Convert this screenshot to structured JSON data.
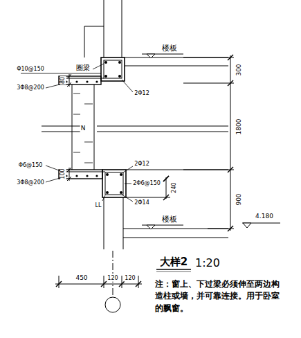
{
  "diagram": {
    "title": "大样2",
    "labels": [
      "楼板",
      "圈梁",
      "Φ10@150",
      "80",
      "3Φ8@200",
      "2Φ12",
      "300",
      "N",
      "1800",
      "Φ6@150",
      "100",
      "3Φ8@200",
      "2Φ12",
      "2Φ6@150",
      "LL",
      "2Φ14",
      "240",
      "900",
      "楼板",
      "4.180",
      "1:20",
      "注：窗上、下过梁必须伸至两边构造柱或墙，并可靠连接。用于卧室的飘窗。",
      "450",
      "120",
      "120"
    ]
  }
}
